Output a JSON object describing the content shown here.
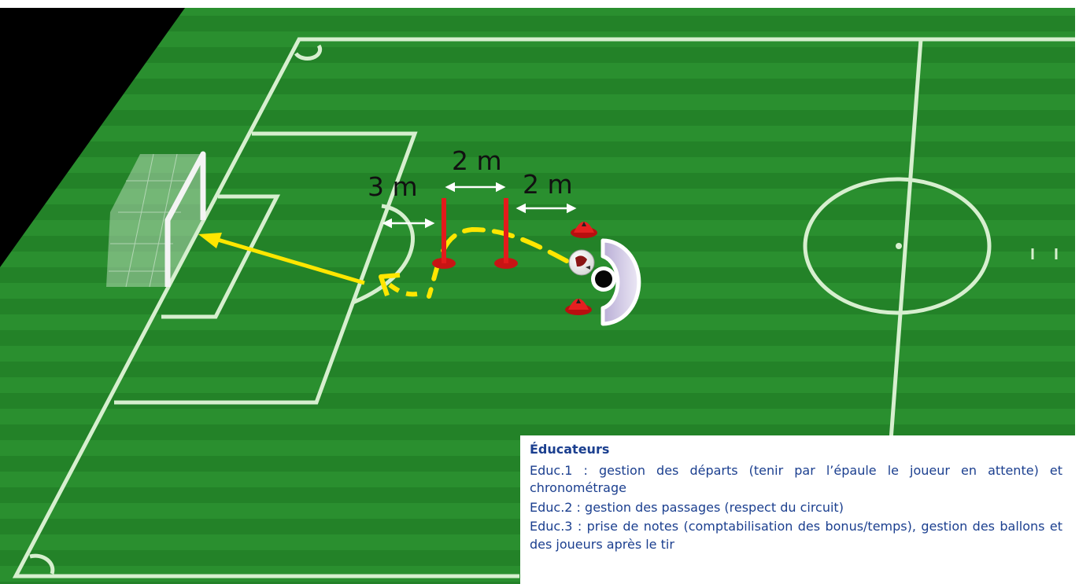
{
  "diagram": {
    "distances": {
      "d1": "3 m",
      "d2": "2 m",
      "d3": "2 m"
    },
    "colors": {
      "pitch_dark": "#1f7a24",
      "pitch_light": "#2b9230",
      "lines": "#d9f2d3",
      "pole": "#e31b1b",
      "path": "#ffe600",
      "arrow_measure": "#ffffff"
    }
  },
  "panel": {
    "title": "Éducateurs",
    "lines": [
      "Educ.1 : gestion des départs (tenir par l’épaule le joueur en attente) et chronométrage",
      "Educ.2 : gestion des passages (respect du circuit)",
      "Educ.3 : prise de notes (comptabilisation des bonus/temps), gestion des  ballons et des joueurs après le tir"
    ]
  }
}
